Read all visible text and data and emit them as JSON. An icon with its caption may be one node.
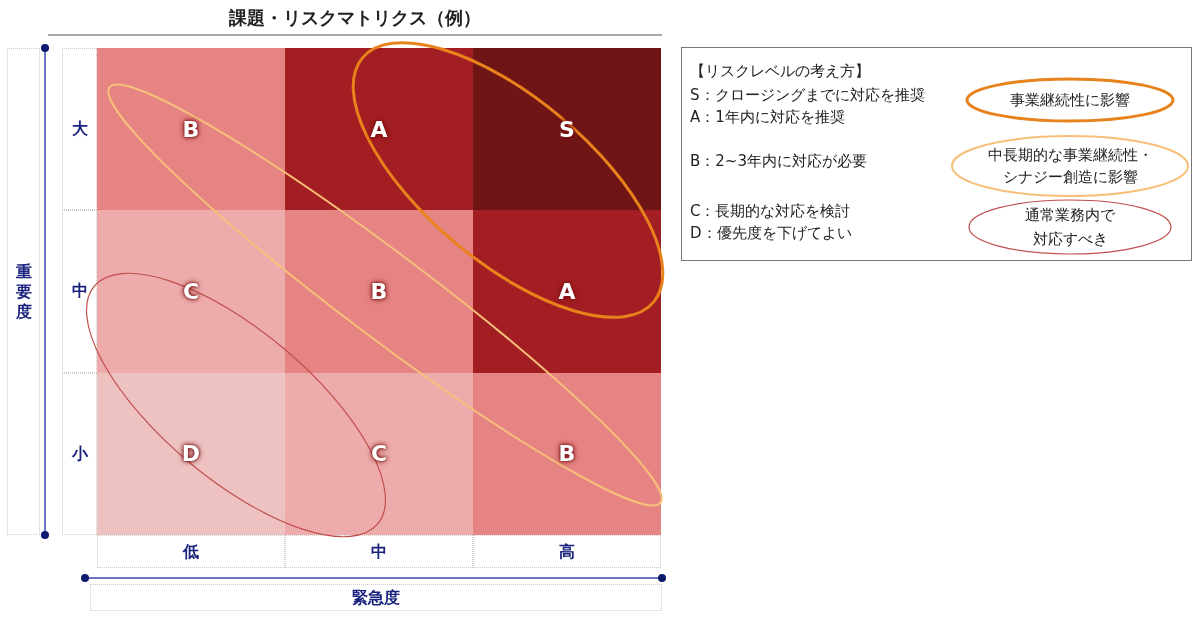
{
  "diagram": {
    "title": "課題・リスクマトリクス（例）",
    "nodes": [
      {
        "text": [
          "B"
        ]
      },
      {
        "text": [
          "A"
        ]
      },
      {
        "text": [
          "S"
        ]
      },
      {
        "text": [
          "C"
        ]
      },
      {
        "text": [
          "B"
        ]
      },
      {
        "text": [
          "A"
        ]
      },
      {
        "text": [
          "D"
        ]
      },
      {
        "text": [
          "C"
        ]
      },
      {
        "text": [
          "B"
        ]
      },
      {
        "text": [
          "【リスクレベルの考え方】",
          "S：クロージングまでに対応を推奨",
          "A：1年内に対応を推奨",
          "B：2~3年内に対応が必要",
          "C：長期的な対応を検討",
          "D：優先度を下げてよい"
        ]
      }
    ],
    "labels": [
      "大",
      "中",
      "小",
      "低",
      "中",
      "高",
      "重要度",
      "緊急度"
    ],
    "legend": [
      {
        "text": "事業継続性に影響"
      },
      {
        "text": "中長期的な事業継続性・シナジー創造に影響"
      },
      {
        "text": "通常業務内で対応すべき"
      }
    ]
  }
}
